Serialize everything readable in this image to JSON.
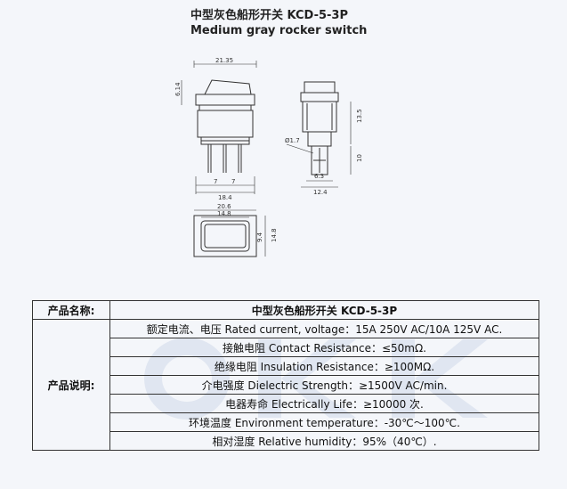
{
  "header": {
    "title_cn": "中型灰色船形开关 KCD-5-3P",
    "title_en": "Medium gray rocker switch"
  },
  "drawing": {
    "front_width": "21.35",
    "rocker_height": "6.14",
    "pin_spacing_a": "7",
    "pin_spacing_b": "7",
    "base_width": "18.4",
    "side_height": "13.5",
    "side_pin_length": "10",
    "pin_diameter": "Ø1.7",
    "pin_width": "6.3",
    "side_width": "12.4",
    "top_outer_width": "20.6",
    "top_inner_width": "14.8",
    "top_height": "14.8",
    "top_inner_height": "9.4"
  },
  "spec": {
    "name_label": "产品名称:",
    "name_value": "中型灰色船形开关 KCD-5-3P",
    "desc_label": "产品说明:",
    "rows": [
      "额定电流、电压 Rated current, voltage：15A 250V AC/10A 125V AC.",
      "接触电阻 Contact Resistance：≤50mΩ.",
      "绝缘电阻 Insulation Resistance：≥100MΩ.",
      "介电强度 Dielectric Strength：≥1500V AC/min.",
      "电器寿命 Electrically Life：≥10000 次.",
      "环境温度 Environment temperature：-30℃～100℃.",
      "相对湿度 Relative humidity：95%（40℃）."
    ]
  },
  "colors": {
    "line": "#333333",
    "watermark": "#3a5fa8"
  }
}
